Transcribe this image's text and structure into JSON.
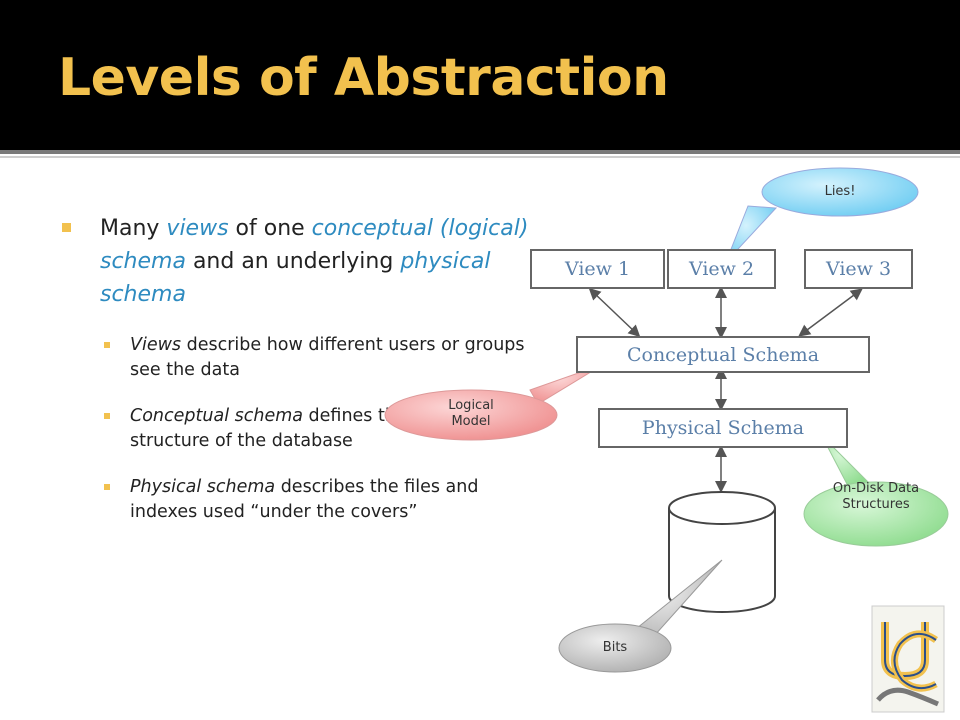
{
  "slide": {
    "title": "Levels of Abstraction"
  },
  "bullets": {
    "main": {
      "t1": "Many ",
      "t2": "views",
      "t3": " of one ",
      "t4": "conceptual (logical) schema",
      "t5": " and an underlying ",
      "t6": "physical schema"
    },
    "sub": [
      {
        "term": "Views",
        "rest": " describe how different users or groups see the data"
      },
      {
        "term": "Conceptual schema",
        "rest": " defines the logical structure of the database"
      },
      {
        "term": "Physical schema",
        "rest": " describes the files and indexes used “under the covers”"
      }
    ]
  },
  "diagram": {
    "views": [
      "View 1",
      "View 2",
      "View 3"
    ],
    "conceptual": "Conceptual Schema",
    "physical": "Physical Schema",
    "callouts": {
      "lies": "Lies!",
      "logical_model": "Logical Model",
      "on_disk": "On-Disk Data Structures",
      "bits": "Bits"
    }
  },
  "colors": {
    "title": "#f2c14e",
    "accent_text": "#2e8bc0",
    "box_text": "#5b7fa8",
    "callout_blue": "#8fd8f5",
    "callout_pink": "#f4a8a8",
    "callout_green": "#a8e6a8",
    "callout_gray": "#c8c8c8"
  },
  "logo": {
    "icon": "uc-anteater-logo-icon"
  }
}
